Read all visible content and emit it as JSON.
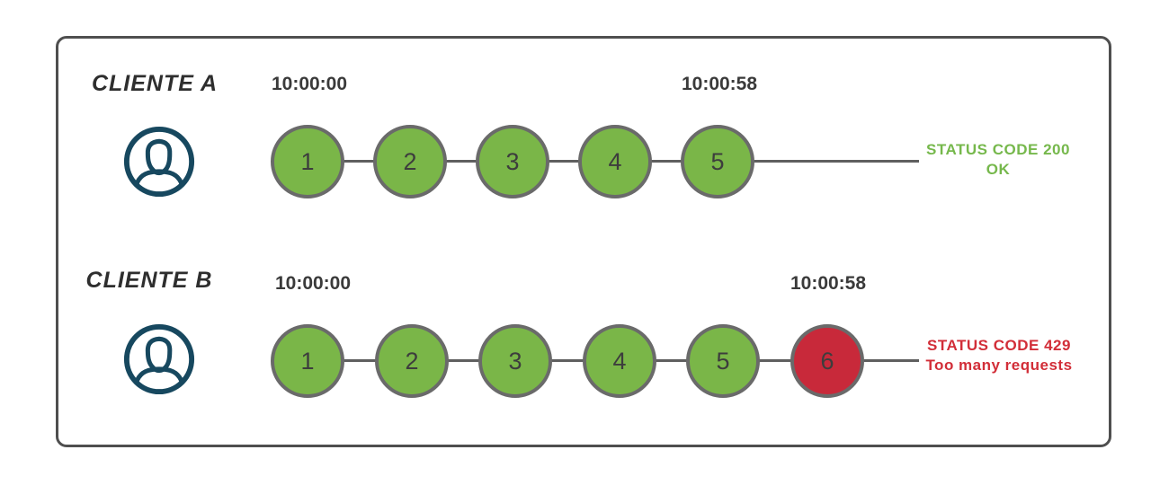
{
  "colors": {
    "node_green": "#7ab648",
    "node_red": "#c8293a",
    "node_border": "#6a6a6a",
    "timeline_line": "#5f5f5f",
    "avatar_navy": "#17485f",
    "status_ok_green": "#76b84c",
    "status_err_red": "#d22e38",
    "text_dark": "#3a3a3a",
    "frame_border": "#4f4f4f"
  },
  "rows": [
    {
      "label": "CLIENTE A",
      "avatar_icon": "user-avatar-icon",
      "timestamps": [
        "10:00:00",
        "10:00:58"
      ],
      "requests": [
        "1",
        "2",
        "3",
        "4",
        "5"
      ],
      "status": {
        "line1": "STATUS CODE 200",
        "line2": "OK"
      }
    },
    {
      "label": "CLIENTE B",
      "avatar_icon": "user-avatar-icon",
      "timestamps": [
        "10:00:00",
        "10:00:58"
      ],
      "requests": [
        "1",
        "2",
        "3",
        "4",
        "5",
        "6"
      ],
      "status": {
        "line1": "STATUS CODE 429",
        "line2": "Too many requests"
      }
    }
  ]
}
